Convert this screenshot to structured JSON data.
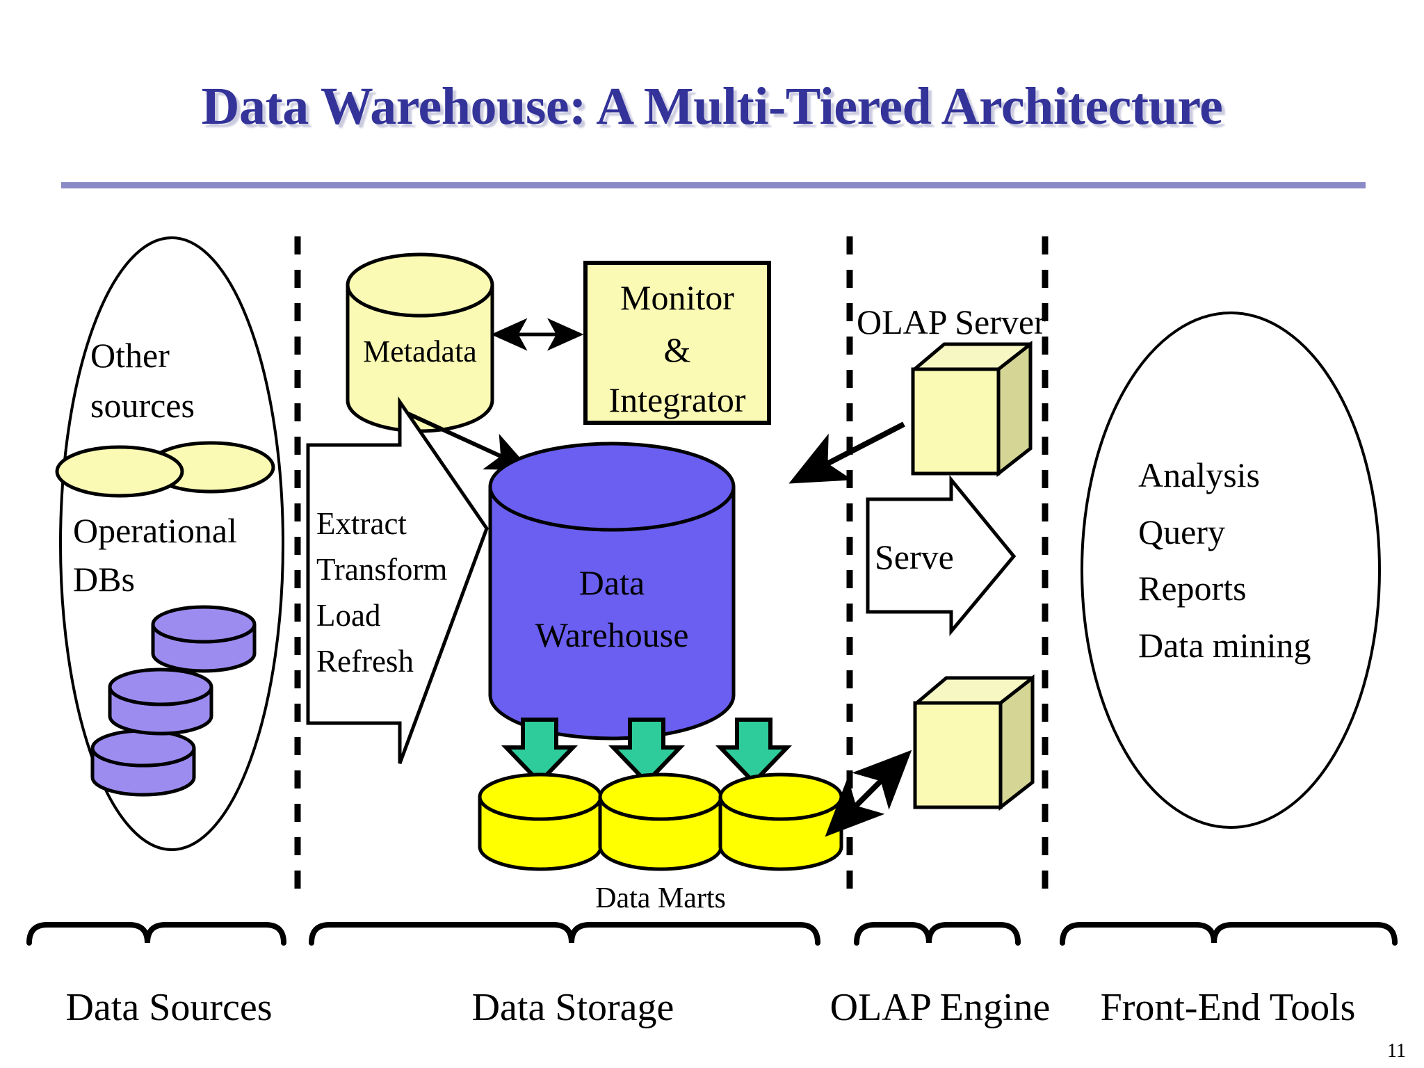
{
  "slide": {
    "title": "Data Warehouse: A Multi-Tiered Architecture",
    "page_number": "11",
    "title_color": "#333399",
    "rule_color": "#8a8ac6"
  },
  "colors": {
    "pale_yellow": "#fafab4",
    "cube_top": "#f7f7c4",
    "cube_side": "#d5d595",
    "bright_yellow": "#ffff00",
    "purple_db": "#9d8cf0",
    "warehouse_blue": "#6a5ff0",
    "green_arrow": "#2ecc9a",
    "outline": "#000000"
  },
  "data_sources": {
    "other_sources_label": "Other\nsources",
    "other_sources_line1": "Other",
    "other_sources_line2": "sources",
    "operational_line1": "Operational",
    "operational_line2": "DBs"
  },
  "data_storage": {
    "metadata_label": "Metadata",
    "monitor_line1": "Monitor",
    "monitor_line2": "&",
    "monitor_line3": "Integrator",
    "warehouse_line1": "Data",
    "warehouse_line2": "Warehouse",
    "etl_line1": "Extract",
    "etl_line2": "Transform",
    "etl_line3": "Load",
    "etl_line4": "Refresh",
    "data_marts_label": "Data Marts"
  },
  "olap": {
    "server_label": "OLAP Server",
    "serve_label": "Serve"
  },
  "front_end": {
    "line1": "Analysis",
    "line2": "Query",
    "line3": "Reports",
    "line4": "Data mining"
  },
  "bands": [
    {
      "id": "data-sources",
      "label": "Data Sources"
    },
    {
      "id": "data-storage",
      "label": "Data Storage"
    },
    {
      "id": "olap-engine",
      "label": "OLAP Engine"
    },
    {
      "id": "front-end-tools",
      "label": "Front-End Tools"
    }
  ]
}
